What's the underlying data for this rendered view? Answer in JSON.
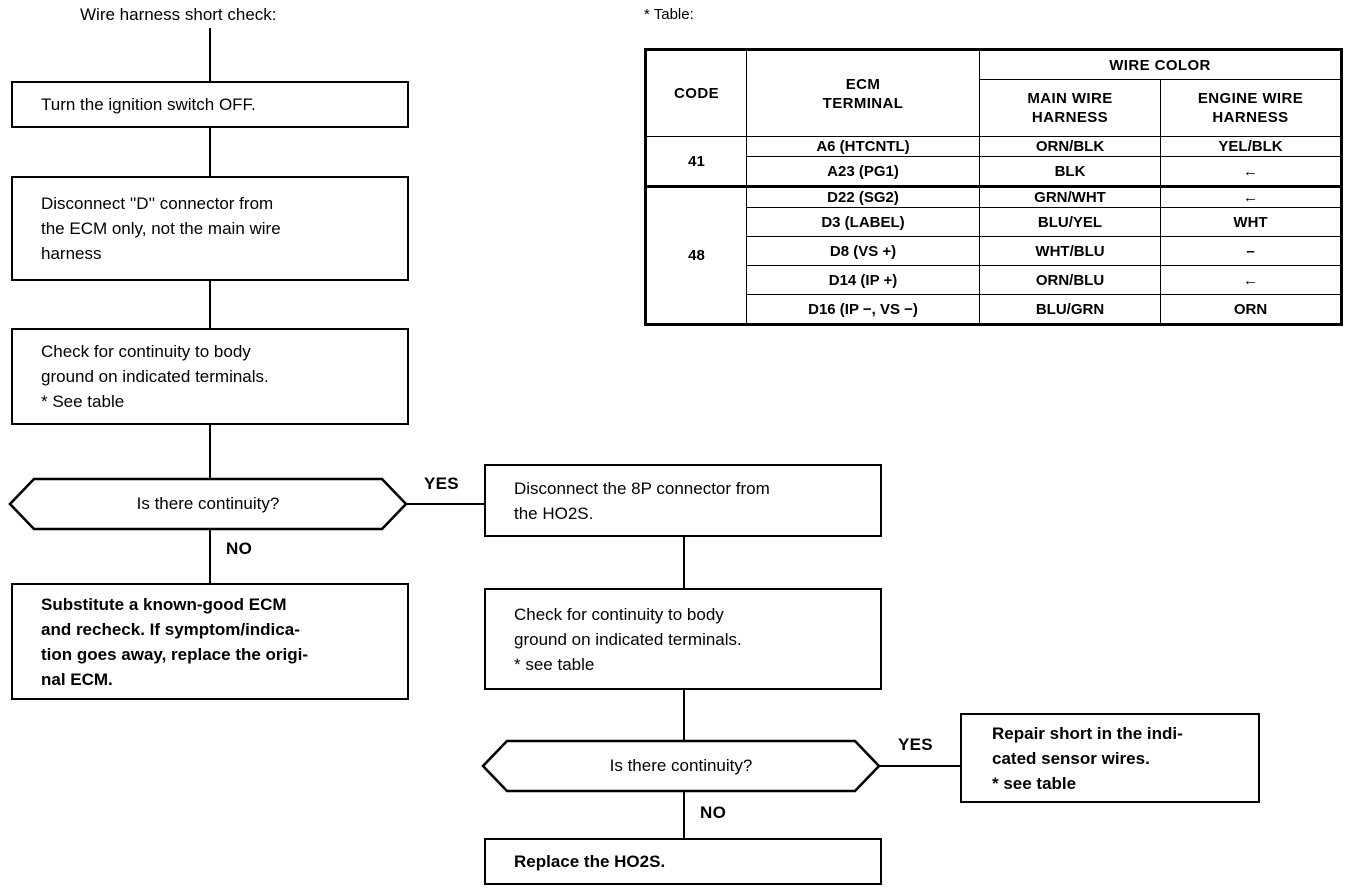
{
  "flowchart": {
    "title": "Wire harness short check:",
    "nodes": {
      "ignition_off": "Turn the ignition switch OFF.",
      "disconnect_d": "Disconnect ''D'' connector from\nthe ECM only, not the main wire\nharness",
      "check_continuity_left": "Check  for  continuity  to  body\nground on indicated terminals.\n* See table",
      "decision_left": "Is there continuity?",
      "substitute_ecm": "Substitute  a  known-good  ECM\nand recheck. If symptom/indica-\ntion goes away, replace the origi-\nnal ECM.",
      "disconnect_8p": "Disconnect the 8P connector from\nthe HO2S.",
      "check_continuity_right": "Check  for  continuity  to  body\nground on indicated terminals.\n* see table",
      "decision_right": "Is there continuity?",
      "replace_ho2s": "Replace the HO2S.",
      "repair_short": "Repair short in the indi-\ncated sensor wires.\n* see table"
    },
    "branch_labels": {
      "yes_left": "YES",
      "no_left": "NO",
      "yes_right": "YES",
      "no_right": "NO"
    }
  },
  "table": {
    "caption": "* Table:",
    "headers": {
      "code": "CODE",
      "ecm_terminal": "ECM\nTERMINAL",
      "wire_color": "WIRE COLOR",
      "main_wire_harness": "MAIN WIRE\nHARNESS",
      "engine_wire_harness": "ENGINE WIRE\nHARNESS"
    },
    "groups": [
      {
        "code": "41",
        "rows": [
          {
            "terminal": "A6 (HTCNTL)",
            "main": "ORN/BLK",
            "engine": "YEL/BLK"
          },
          {
            "terminal": "A23 (PG1)",
            "main": "BLK",
            "engine": "←"
          }
        ]
      },
      {
        "code": "48",
        "rows": [
          {
            "terminal": "D22 (SG2)",
            "main": "GRN/WHT",
            "engine": "←"
          },
          {
            "terminal": "D3 (LABEL)",
            "main": "BLU/YEL",
            "engine": "WHT"
          },
          {
            "terminal": "D8 (VS +)",
            "main": "WHT/BLU",
            "engine": "–"
          },
          {
            "terminal": "D14 (IP +)",
            "main": "ORN/BLU",
            "engine": "←"
          },
          {
            "terminal": "D16 (IP −, VS −)",
            "main": "BLU/GRN",
            "engine": "ORN"
          }
        ]
      }
    ]
  },
  "colors": {
    "ink": "#000000",
    "paper": "#ffffff"
  }
}
